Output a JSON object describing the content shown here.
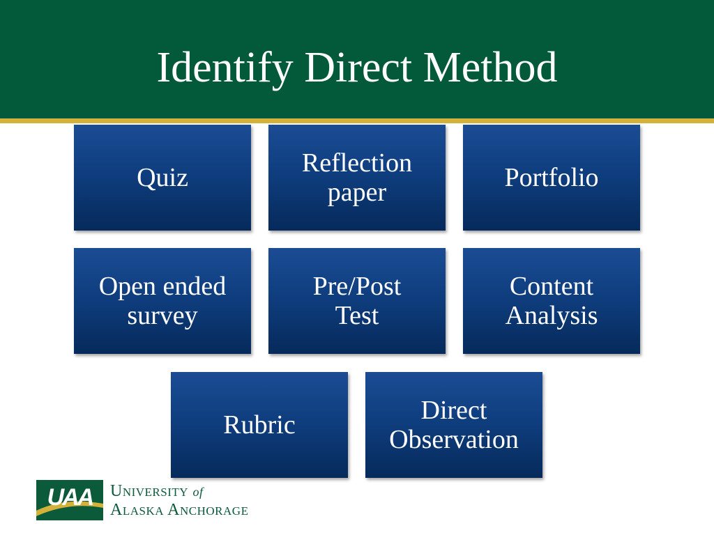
{
  "slide": {
    "title": "Identify Direct Method"
  },
  "tiles": [
    {
      "label": "Quiz"
    },
    {
      "label": "Reflection\npaper"
    },
    {
      "label": "Portfolio"
    },
    {
      "label": "Open ended\nsurvey"
    },
    {
      "label": "Pre/Post\nTest"
    },
    {
      "label": "Content\nAnalysis"
    },
    {
      "label": "Rubric"
    },
    {
      "label": "Direct\nObservation"
    }
  ],
  "logo": {
    "mark": "UAA",
    "line1": "University",
    "of": "of",
    "line2": "Alaska Anchorage"
  },
  "colors": {
    "header": "#035a3a",
    "header_rule": "#d4b13a",
    "tile": "#0f3e7f",
    "brand_green": "#0b5a3a"
  }
}
